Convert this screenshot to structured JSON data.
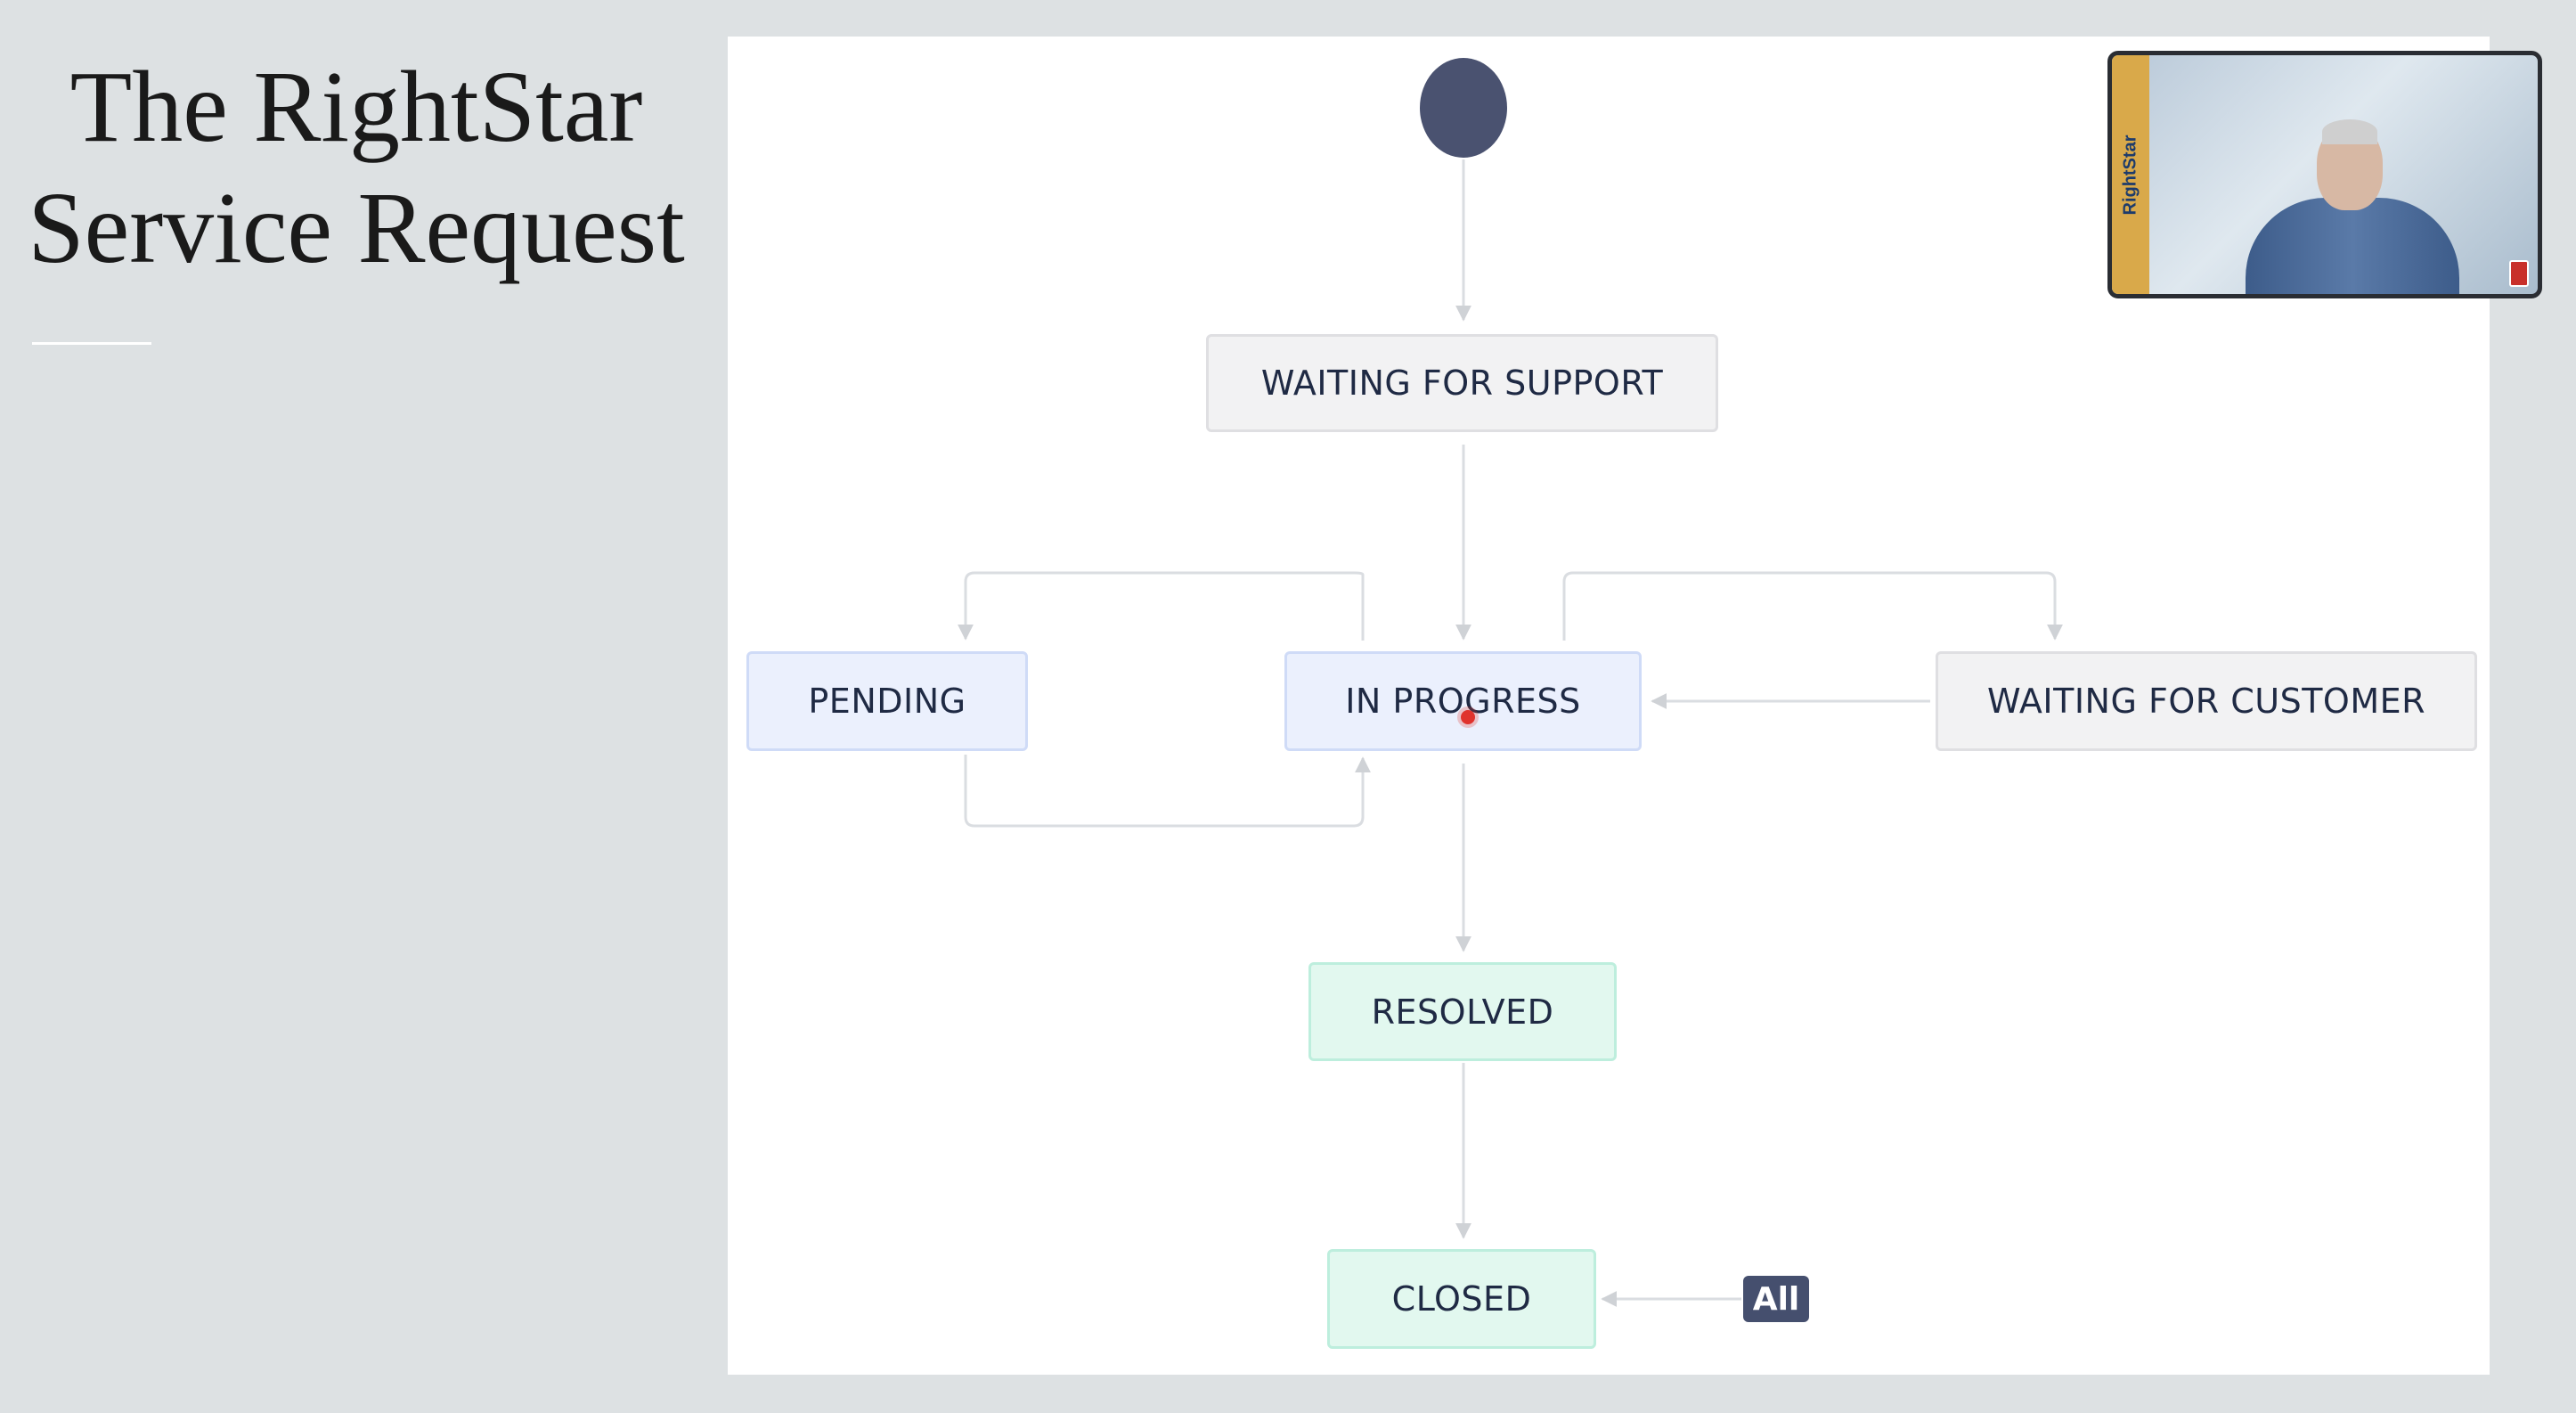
{
  "slide": {
    "title_line1": "The RightStar",
    "title_line2": "Service Request"
  },
  "workflow": {
    "nodes": {
      "waiting_for_support": "WAITING FOR SUPPORT",
      "pending": "PENDING",
      "in_progress": "IN PROGRESS",
      "waiting_for_customer": "WAITING FOR CUSTOMER",
      "resolved": "RESOLVED",
      "closed": "CLOSED"
    },
    "all_badge": "All",
    "colors": {
      "start_node": "#4a5270",
      "status_gray": "#f2f2f3",
      "status_blue": "#ebf0fd",
      "status_green": "#e2f8ef",
      "connector": "#cfd2d6",
      "all_badge": "#454f6e"
    }
  },
  "webcam": {
    "brand": "RightStar"
  }
}
